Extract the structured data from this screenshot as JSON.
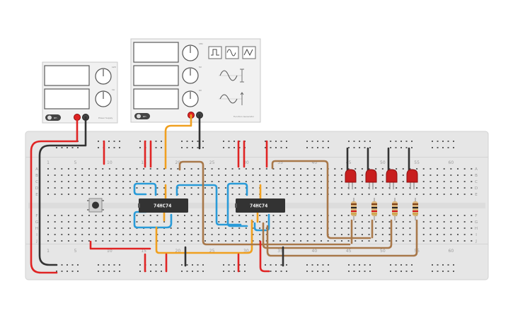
{
  "power_supply": {
    "knob_labels": [
      "12V",
      "1A"
    ],
    "button_label": "on",
    "brand_label": "Power Supply"
  },
  "function_generator": {
    "knob_labels": [
      "1Hz",
      "5V",
      "0V"
    ],
    "button_label": "on",
    "brand_label": "Function Generator",
    "waveforms": [
      "square-wave-icon",
      "sine-wave-icon",
      "triangle-wave-icon"
    ]
  },
  "breadboard": {
    "column_numbers": [
      "1",
      "5",
      "10",
      "15",
      "20",
      "25",
      "30",
      "35",
      "40",
      "45",
      "50",
      "55",
      "60"
    ],
    "top_row_letters": [
      "A",
      "B",
      "C",
      "D",
      "E"
    ],
    "bottom_row_letters": [
      "F",
      "G",
      "H",
      "I",
      "J"
    ]
  },
  "chips": [
    {
      "label": "74HC74"
    },
    {
      "label": "74HC74"
    }
  ],
  "leds": {
    "count": 4,
    "color": "red"
  },
  "resistors": {
    "count": 4
  },
  "colors": {
    "breadboard": "#e6e6e6",
    "wire_red": "#e02424",
    "wire_black": "#333333",
    "wire_blue": "#2a9bd8",
    "wire_orange": "#f0a020",
    "wire_brown": "#a8784a",
    "led_red": "#c81e1e",
    "chip": "#333333"
  }
}
